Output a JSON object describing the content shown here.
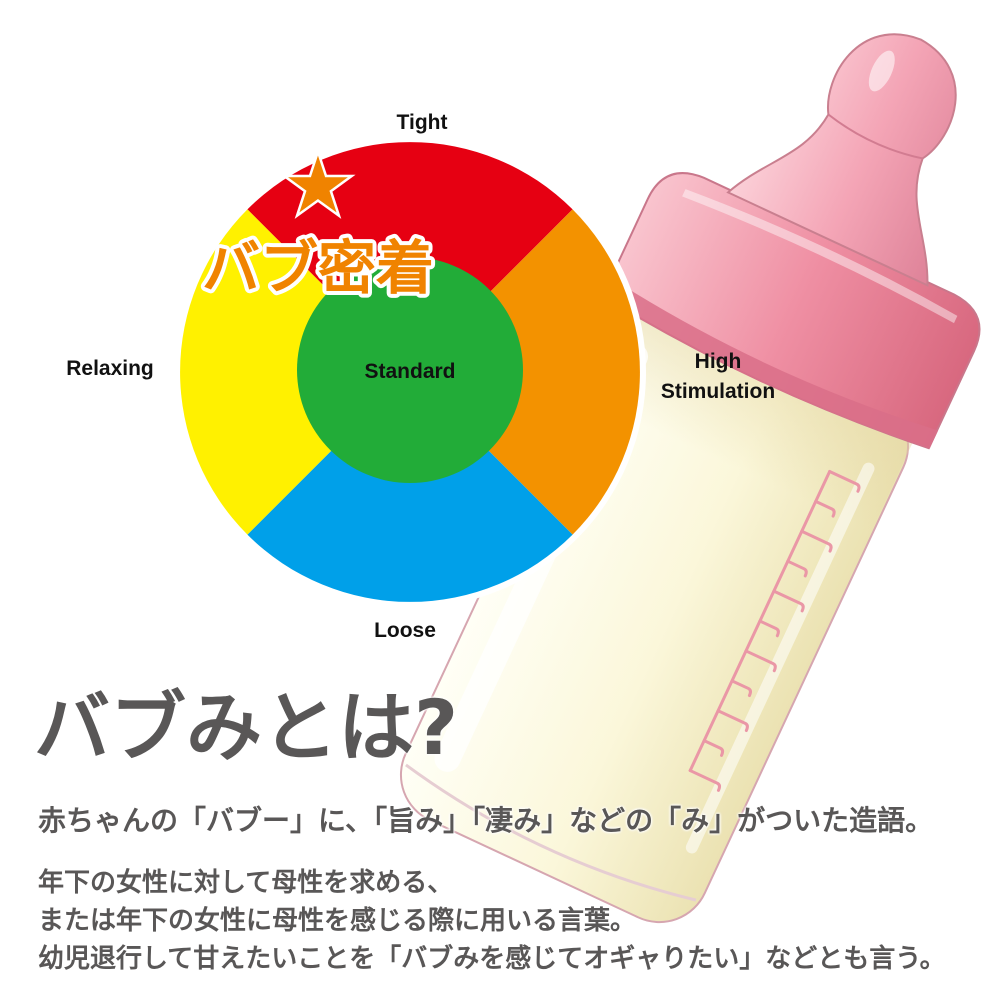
{
  "wheel": {
    "segments": [
      {
        "position": "top",
        "label": [
          "Tight"
        ],
        "color": "#e60012"
      },
      {
        "position": "right",
        "label": [
          "High",
          "Stimulation"
        ],
        "color": "#f39200"
      },
      {
        "position": "bottom",
        "label": [
          "Loose"
        ],
        "color": "#00a0e9"
      },
      {
        "position": "left",
        "label": [
          "Relaxing"
        ],
        "color": "#fff100"
      }
    ],
    "center": {
      "label": "Standard",
      "color": "#22ac38"
    },
    "badge": {
      "star": "★",
      "text": "バブ密着",
      "color": "#f08300"
    }
  },
  "bottle": {
    "nipple_color": "#f4a5b6",
    "cap_color": "#ef8fa3",
    "body_color": "#fbf7da",
    "marking_color": "#ea97a6"
  },
  "heading": "バブみとは?",
  "subtitle": "赤ちゃんの「バブー」に、「旨み」「凄み」などの「み」がついた造語。",
  "description": [
    "年下の女性に対して母性を求める、",
    "または年下の女性に母性を感じる際に用いる言葉。",
    "幼児退行して甘えたいことを「バブみを感じてオギャりたい」などとも言う。"
  ],
  "text_color": "#595757"
}
